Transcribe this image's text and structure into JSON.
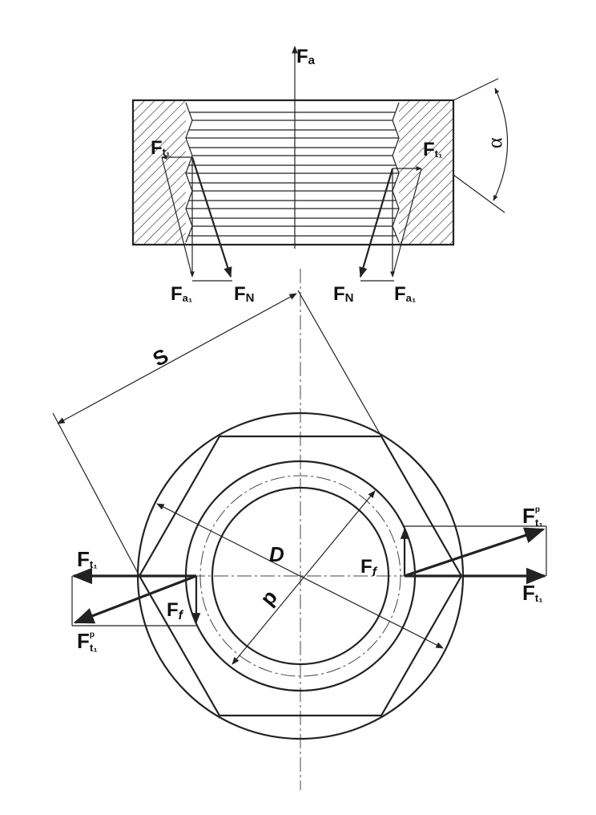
{
  "labels": {
    "fa_main": {
      "main": "F",
      "sub": "a"
    },
    "ft1_tl": {
      "main": "F",
      "sub": "t₁"
    },
    "ft1_tr": {
      "main": "F",
      "sub": "t₁"
    },
    "fa1_left": {
      "main": "F",
      "sub": "a₁"
    },
    "fn_left": {
      "main": "F",
      "sub": "N"
    },
    "fn_right": {
      "main": "F",
      "sub": "N"
    },
    "fa1_right": {
      "main": "F",
      "sub": "a₁"
    },
    "alpha": "α",
    "s": "S",
    "d_outer": "D",
    "d_inner": "d",
    "ft1p_right": {
      "main": "F",
      "sub": "t₁",
      "sup": "p"
    },
    "ff_right": {
      "main": "F",
      "sub": "f"
    },
    "ft1_right": {
      "main": "F",
      "sub": "t₁"
    },
    "ft1_left": {
      "main": "F",
      "sub": "t₁"
    },
    "ff_left": {
      "main": "F",
      "sub": "f"
    },
    "ft1p_left": {
      "main": "F",
      "sub": "t₁",
      "sup": "p"
    }
  }
}
